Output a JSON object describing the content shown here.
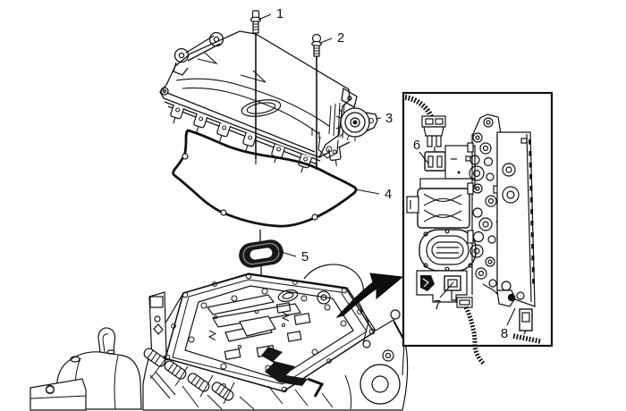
{
  "diagram": {
    "type": "exploded-parts-illustration",
    "background_color": "#ffffff",
    "line_color": "#111111",
    "callouts": [
      {
        "label": "1"
      },
      {
        "label": "2"
      },
      {
        "label": "3"
      },
      {
        "label": "4"
      },
      {
        "label": "5"
      },
      {
        "label": "6"
      },
      {
        "label": "7"
      },
      {
        "label": "8"
      }
    ]
  }
}
